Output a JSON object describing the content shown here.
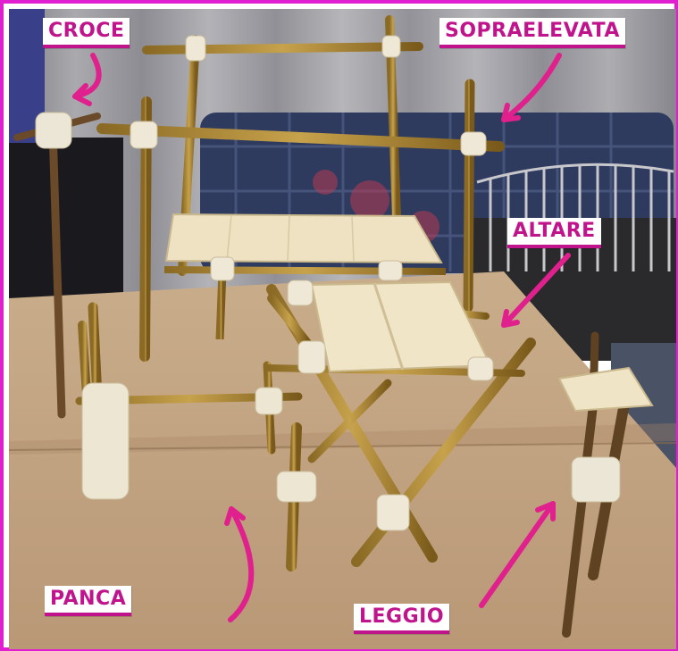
{
  "image": {
    "description_colors": {
      "frame": "#e020d0",
      "label_text": "#c0148c",
      "arrow": "#e0208c"
    }
  },
  "labels": {
    "croce": "CROCE",
    "sopraelevata": "SOPRAELEVATA",
    "altare": "ALTARE",
    "panca": "PANCA",
    "leggio": "LEGGIO"
  }
}
